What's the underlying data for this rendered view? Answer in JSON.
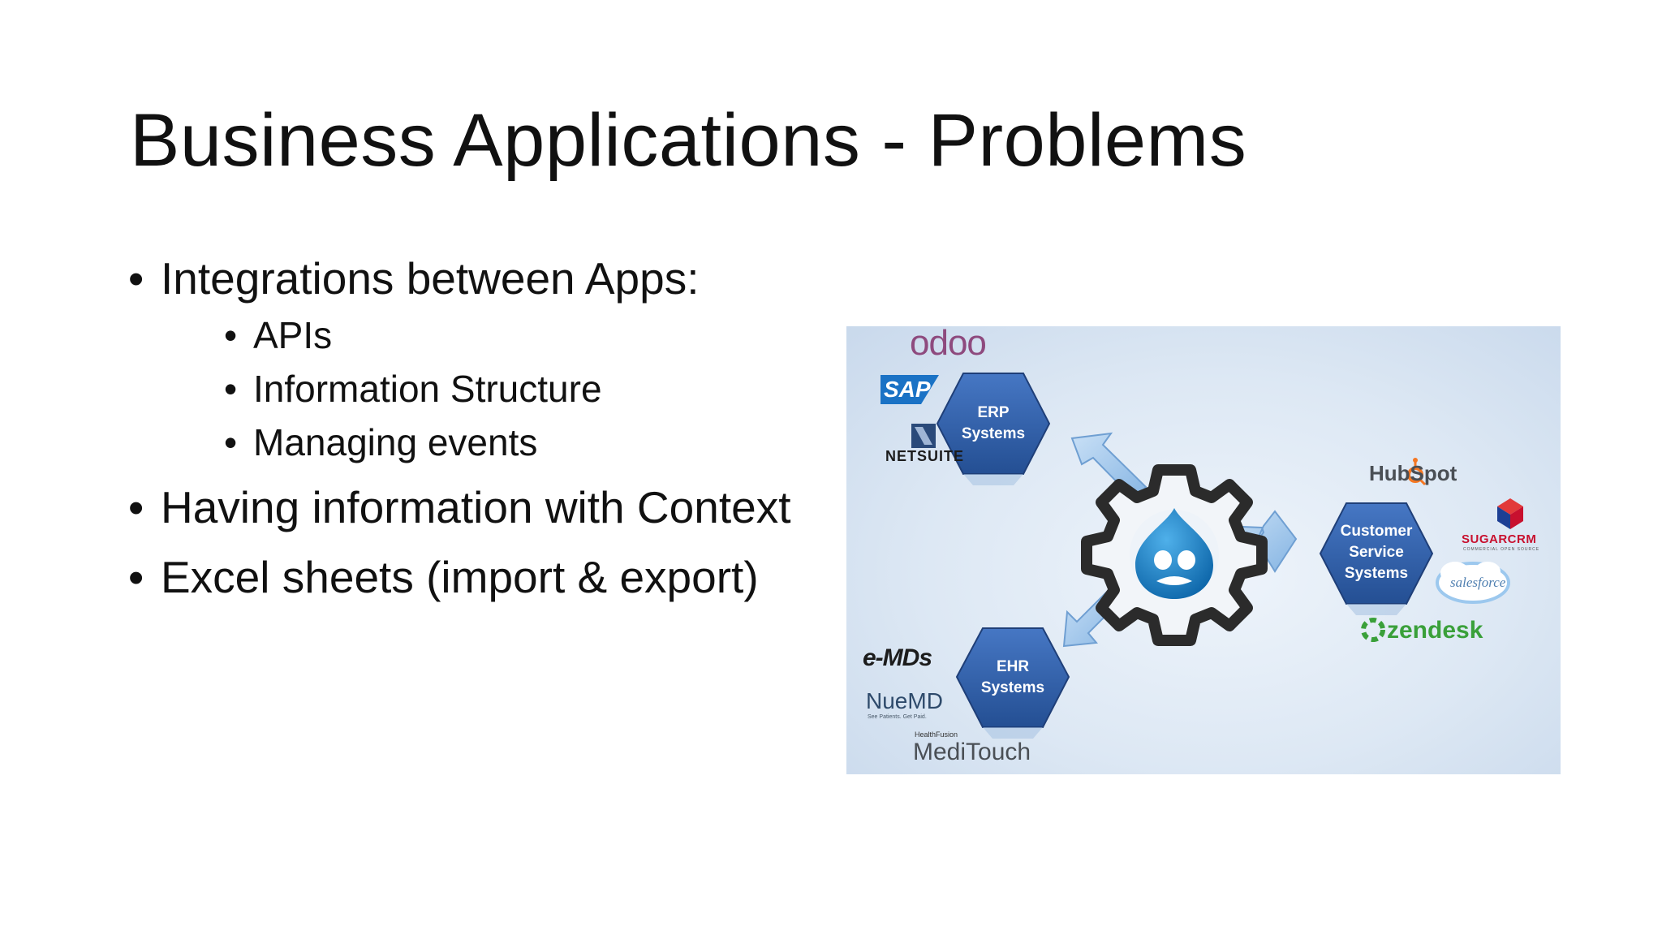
{
  "slide": {
    "title": "Business Applications - Problems",
    "bullets": [
      {
        "text": "Integrations between Apps:",
        "sub": [
          "APIs",
          "Information Structure",
          "Managing events"
        ]
      },
      {
        "text": "Having information with Context"
      },
      {
        "text": "Excel sheets (import & export)"
      }
    ]
  },
  "diagram": {
    "hubs": {
      "erp": [
        "ERP",
        "Systems"
      ],
      "ehr": [
        "EHR",
        "Systems"
      ],
      "customer": [
        "Customer",
        "Service",
        "Systems"
      ]
    },
    "logos": {
      "odoo": "odoo",
      "sap": "SAP",
      "netsuite": "NETSUITE",
      "hubspot": "HubSpot",
      "sugarcrm": "SUGARCRM",
      "sugarcrm_tagline": "COMMERCIAL OPEN SOURCE",
      "salesforce": "salesforce",
      "zendesk": "zendesk",
      "emds": "e-MDs",
      "nuemd": "NueMD",
      "nuemd_tagline": "See Patients. Get Paid.",
      "healthfusion": "HealthFusion",
      "meditouch": "MediTouch"
    },
    "colors": {
      "hex_fill": "#2f5ea8",
      "gear": "#2b2b2b",
      "drupal": "#1b7fc4",
      "arrow": "#9cc3ea",
      "odoo": "#8e4a7e",
      "hubspot_orange": "#f57722",
      "sugar_red": "#c8102e",
      "zendesk_green": "#3aa03a"
    }
  }
}
